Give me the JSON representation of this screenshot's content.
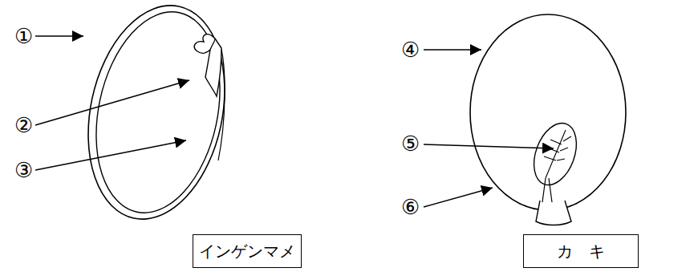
{
  "diagram": {
    "nodes": [
      {
        "text": [
          "インゲンマメ"
        ]
      },
      {
        "text": [
          "カ　キ"
        ]
      }
    ],
    "labels": [
      "①",
      "②",
      "③",
      "④",
      "⑤",
      "⑥"
    ]
  }
}
